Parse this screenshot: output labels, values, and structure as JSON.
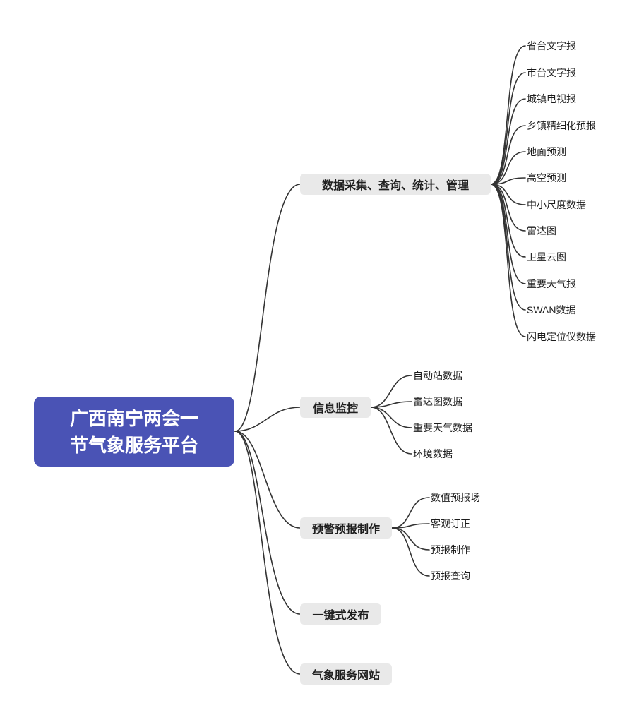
{
  "colors": {
    "root_bg": "#4a53b5",
    "root_text": "#ffffff",
    "branch_bg": "#e9e9e9",
    "branch_text": "#1f1f1f",
    "leaf_text": "#1c1c1c",
    "line": "#333333"
  },
  "root": {
    "label": "广西南宁两会一节气象服务平台"
  },
  "branches": [
    {
      "label": "数据采集、查询、统计、管理",
      "children": [
        "省台文字报",
        "市台文字报",
        "城镇电视报",
        "乡镇精细化预报",
        "地面预测",
        "高空预测",
        "中小尺度数据",
        "雷达图",
        "卫星云图",
        "重要天气报",
        "SWAN数据",
        "闪电定位仪数据"
      ]
    },
    {
      "label": "信息监控",
      "children": [
        "自动站数据",
        "雷达图数据",
        "重要天气数据",
        "环境数据"
      ]
    },
    {
      "label": "预警预报制作",
      "children": [
        "数值预报场",
        "客观订正",
        "预报制作",
        "预报查询"
      ]
    },
    {
      "label": "一键式发布",
      "children": []
    },
    {
      "label": "气象服务网站",
      "children": []
    }
  ]
}
